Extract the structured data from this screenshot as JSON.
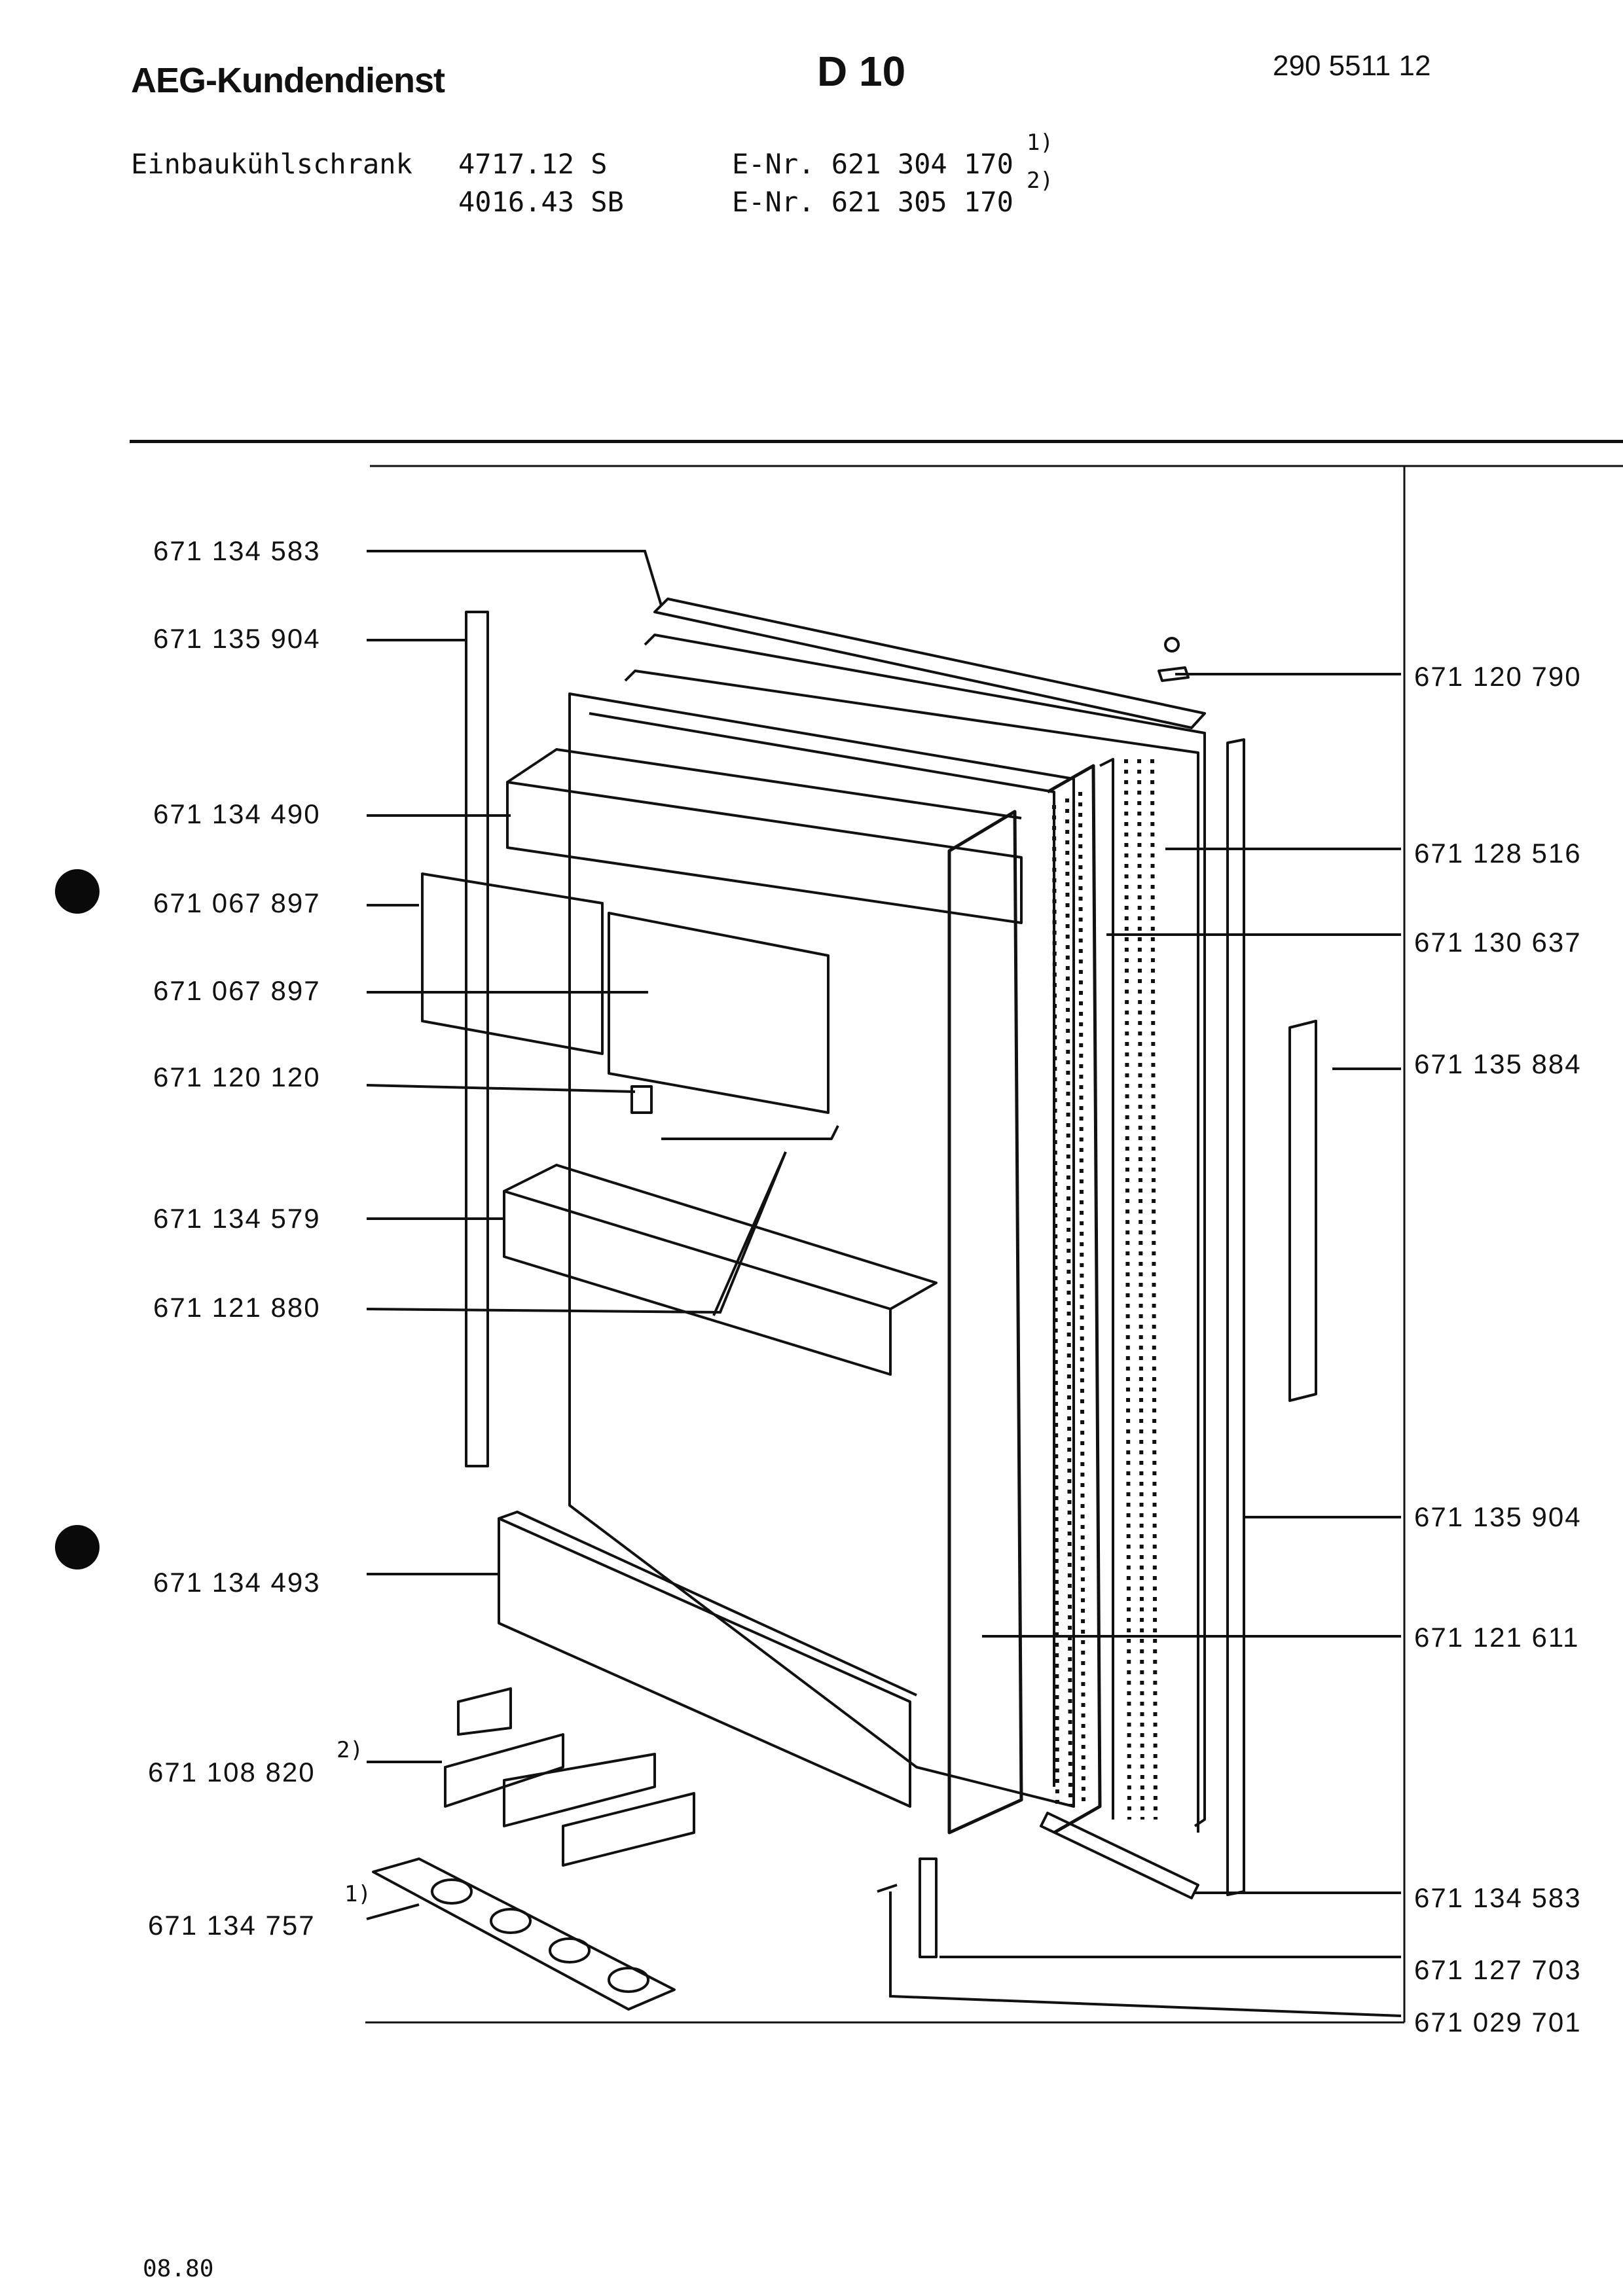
{
  "header": {
    "brand": "AEG-Kundendienst",
    "code": "D 10",
    "doc_number": "290 5511 12"
  },
  "models": {
    "product": "Einbaukühlschrank",
    "model_1": "4717.12 S",
    "model_2": "4016.43 SB",
    "enr_1": "E-Nr. 621 304 170",
    "enr_2": "E-Nr. 621 305 170",
    "note_1": "1)",
    "note_2": "2)"
  },
  "parts_left": [
    {
      "number": "671 134 583",
      "note": ""
    },
    {
      "number": "671 135 904",
      "note": ""
    },
    {
      "number": "671 134 490",
      "note": ""
    },
    {
      "number": "671 067 897",
      "note": ""
    },
    {
      "number": "671 067 897",
      "note": ""
    },
    {
      "number": "671 120 120",
      "note": ""
    },
    {
      "number": "671 134 579",
      "note": ""
    },
    {
      "number": "671 121 880",
      "note": ""
    },
    {
      "number": "671 134 493",
      "note": ""
    },
    {
      "number": "671 108 820",
      "note": "2)"
    },
    {
      "number": "671 134 757",
      "note": "1)"
    }
  ],
  "parts_right": [
    {
      "number": "671 120 790"
    },
    {
      "number": "671 128 516"
    },
    {
      "number": "671 130 637"
    },
    {
      "number": "671 135 884"
    },
    {
      "number": "671 135 904"
    },
    {
      "number": "671 121 611"
    },
    {
      "number": "671 134 583"
    },
    {
      "number": "671 127 703"
    },
    {
      "number": "671 029 701"
    }
  ],
  "footer": {
    "date": "08.80"
  },
  "colors": {
    "ink": "#111111",
    "paper": "#ffffff"
  }
}
